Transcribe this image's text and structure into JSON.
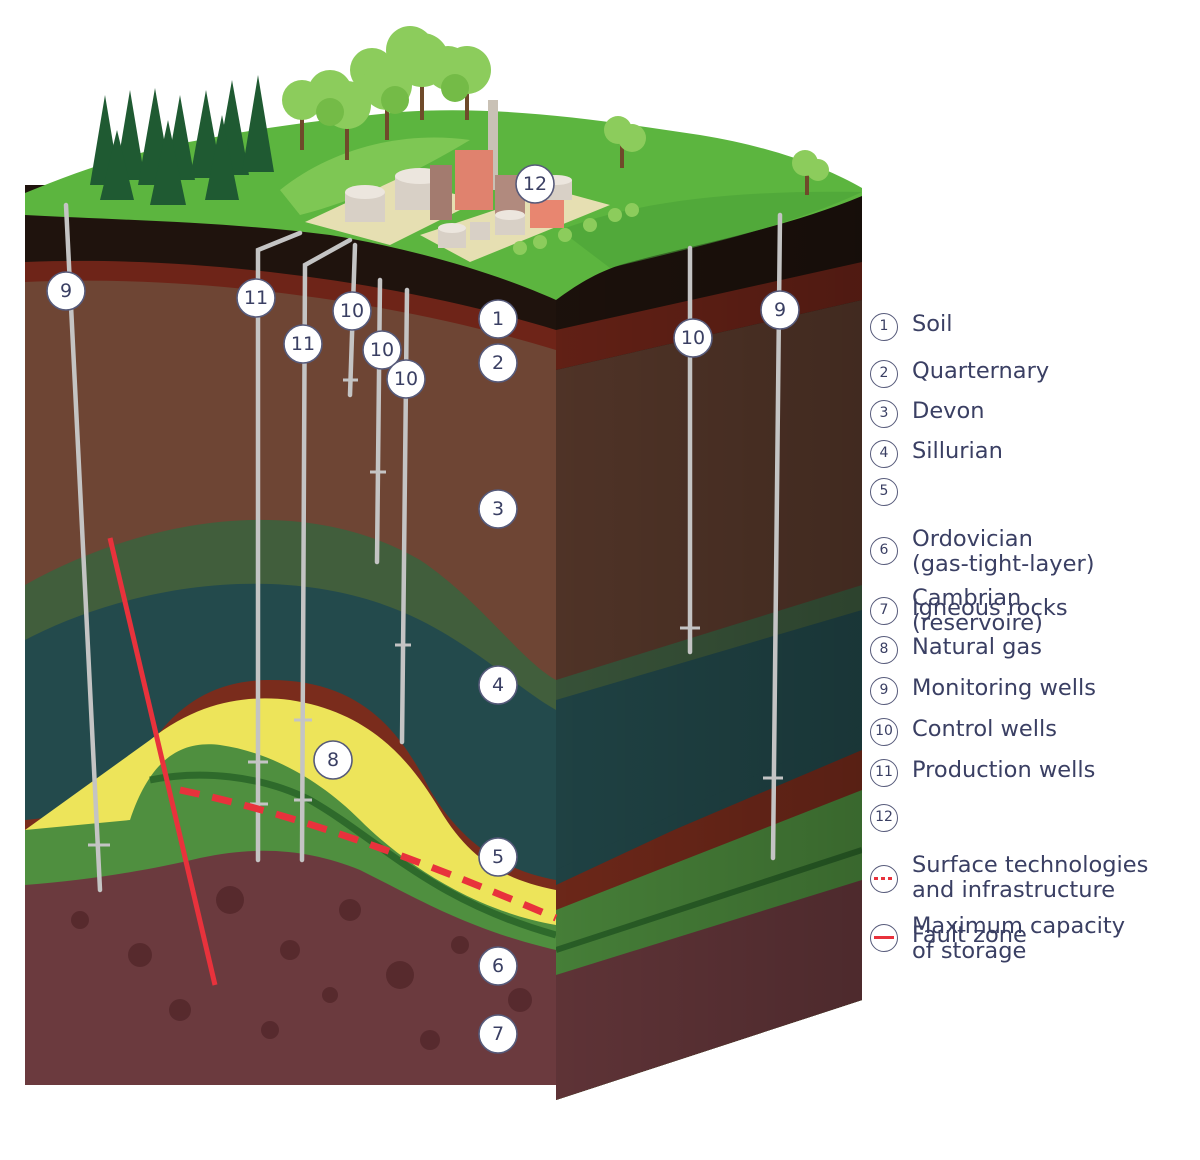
{
  "diagram": {
    "badges": {
      "b1": "1",
      "b2": "2",
      "b3": "3",
      "b4": "4",
      "b5": "5",
      "b6": "6",
      "b7": "7",
      "b8": "8",
      "b9a": "9",
      "b9b": "9",
      "b10a": "10",
      "b10b": "10",
      "b10c": "10",
      "b10d": "10",
      "b11a": "11",
      "b11b": "11",
      "b12": "12"
    },
    "colors": {
      "soil": "#2c1c14",
      "quarternary": "#6e2418",
      "devon": "#6e4534",
      "sillurian": "#3e5c3f",
      "ordovician": "#7a2c1c",
      "cambrian": "#4f8f3f",
      "igneous": "#6b3a3e",
      "natural_gas": "#ede45a",
      "grass": "#5cb53f",
      "fault": "#e8323c",
      "well": "#bfbfbf"
    }
  },
  "legend": {
    "items": [
      {
        "marker": "1",
        "label": "Soil"
      },
      {
        "marker": "2",
        "label": "Quarternary"
      },
      {
        "marker": "3",
        "label": "Devon"
      },
      {
        "marker": "4",
        "label": "Sillurian"
      },
      {
        "marker": "5",
        "label": "Ordovician\n(gas-tight-layer)"
      },
      {
        "marker": "6",
        "label": "Cambrian\n(reservoire)"
      },
      {
        "marker": "7",
        "label": "Igneous rocks"
      },
      {
        "marker": "8",
        "label": "Natural gas"
      },
      {
        "marker": "9",
        "label": "Monitoring wells"
      },
      {
        "marker": "10",
        "label": "Control wells"
      },
      {
        "marker": "11",
        "label": "Production wells"
      },
      {
        "marker": "12",
        "label": "Surface technologies\nand infrastructure"
      },
      {
        "marker": "",
        "label": "Maximum capacity\nof storage",
        "style": "dash"
      },
      {
        "marker": "",
        "label": "Fault zone",
        "style": "solid"
      }
    ]
  }
}
